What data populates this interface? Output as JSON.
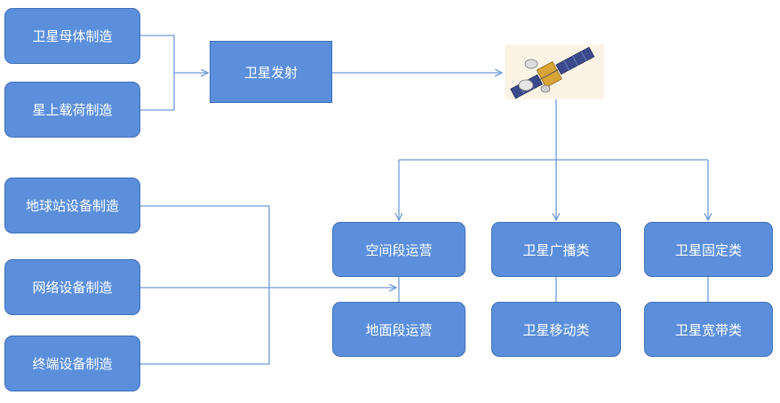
{
  "diagram": {
    "left_top": [
      {
        "label": "卫星母体制造"
      },
      {
        "label": "星上载荷制造"
      }
    ],
    "launch": {
      "label": "卫星发射"
    },
    "left_bottom": [
      {
        "label": "地球站设备制造"
      },
      {
        "label": "网络设备制造"
      },
      {
        "label": "终端设备制造"
      }
    ],
    "operations": [
      {
        "label": "空间段运营"
      },
      {
        "label": "地面段运营"
      }
    ],
    "services": [
      {
        "label": "卫星广播类"
      },
      {
        "label": "卫星移动类"
      },
      {
        "label": "卫星固定类"
      },
      {
        "label": "卫星宽带类"
      }
    ],
    "satellite_icon": "satellite-icon",
    "colors": {
      "box_fill": "#5b8fdc",
      "box_border": "#3f6fb8",
      "line": "#6d9bd8",
      "text": "#ffffff"
    }
  }
}
